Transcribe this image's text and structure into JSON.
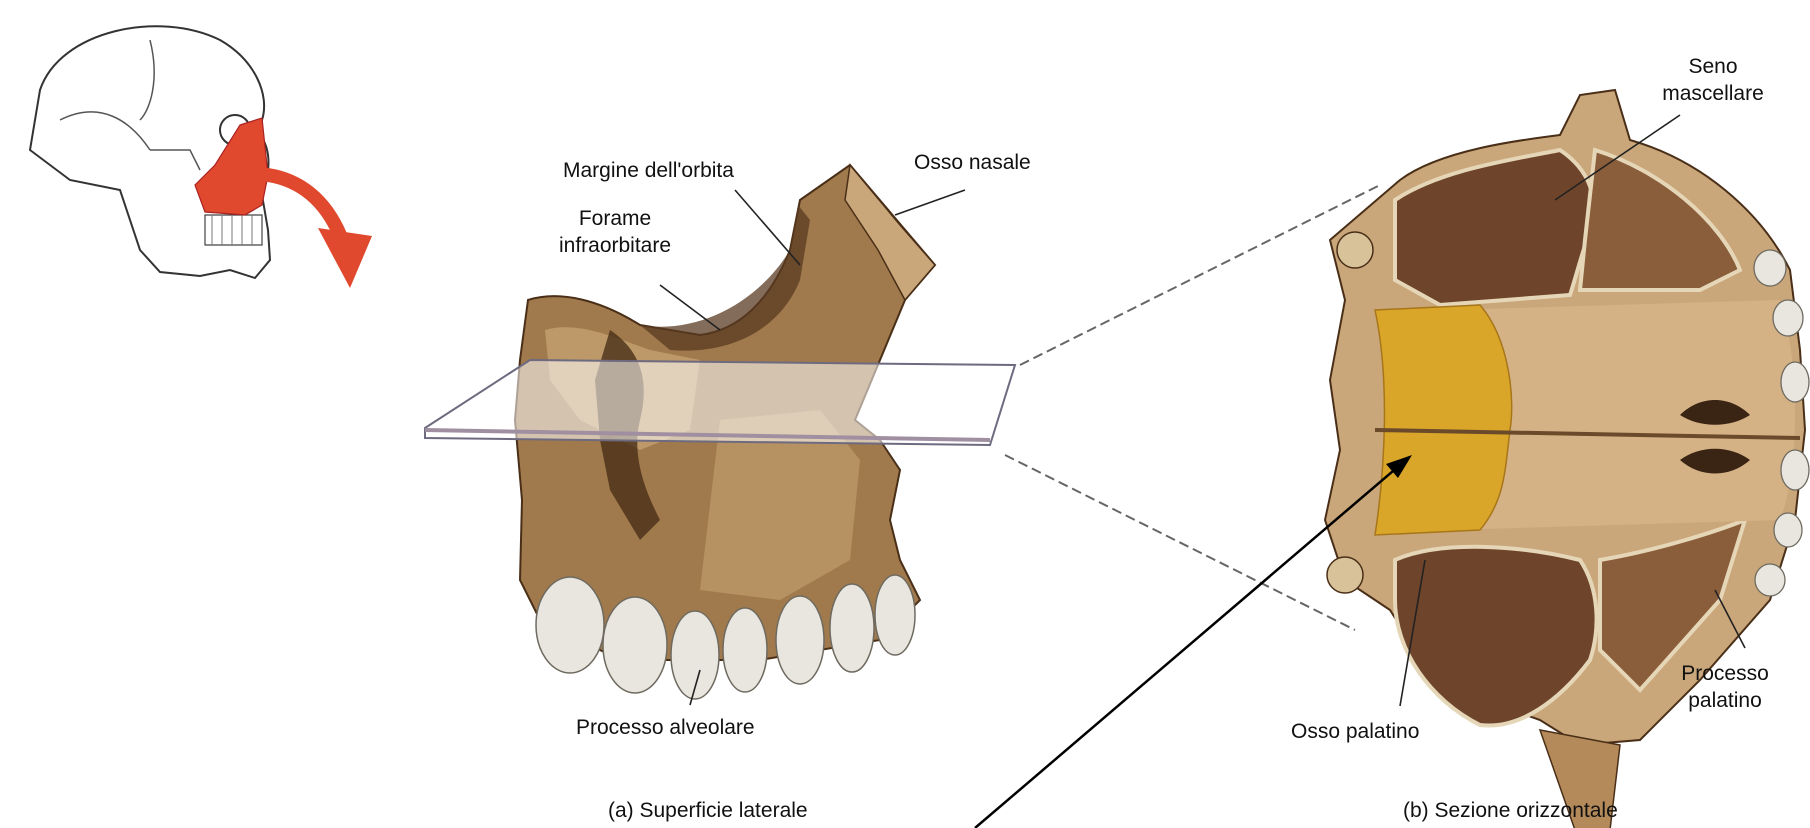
{
  "labels": {
    "margine_orbita": "Margine dell'orbita",
    "osso_nasale": "Osso nasale",
    "forame_line1": "Forame",
    "forame_line2": "infraorbitare",
    "processo_alveolare": "Processo alveolare",
    "seno_line1": "Seno",
    "seno_line2": "mascellare",
    "processo_palatino_line1": "Processo",
    "processo_palatino_line2": "palatino",
    "osso_palatino": "Osso palatino"
  },
  "captions": {
    "a": "(a) Superficie laterale",
    "b": "(b) Sezione orizzontale"
  },
  "colors": {
    "bone": "#a07a4c",
    "bone_light": "#c9a676",
    "bone_dark": "#5a3b22",
    "sinus": "#6e452a",
    "highlight_yellow": "#d9a629",
    "skull_highlight": "#e0492e",
    "teeth": "#e9e6df"
  }
}
